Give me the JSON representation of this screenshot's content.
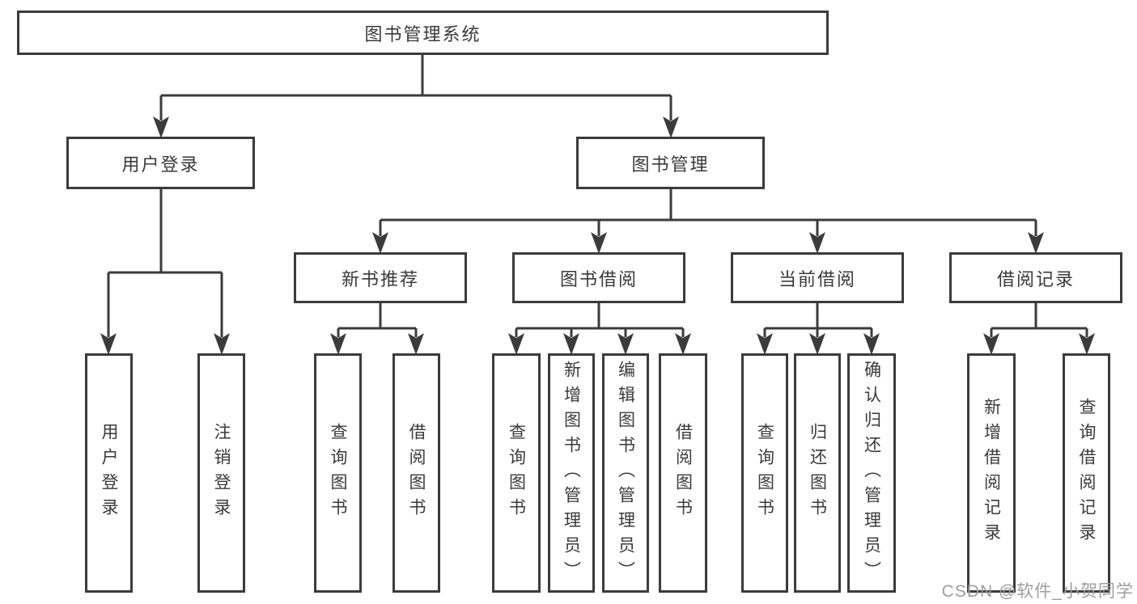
{
  "tree": {
    "root": {
      "label": "图书管理系统"
    },
    "branches": [
      {
        "label": "用户登录",
        "children": [
          {
            "label": "用户登录"
          },
          {
            "label": "注销登录"
          }
        ]
      },
      {
        "label": "图书管理",
        "children": [
          {
            "label": "新书推荐",
            "children": [
              {
                "label": "查询图书"
              },
              {
                "label": "借阅图书"
              }
            ]
          },
          {
            "label": "图书借阅",
            "children": [
              {
                "label": "查询图书"
              },
              {
                "label": "新增图书（管理员）"
              },
              {
                "label": "编辑图书（管理员）"
              },
              {
                "label": "借阅图书"
              }
            ]
          },
          {
            "label": "当前借阅",
            "children": [
              {
                "label": "查询图书"
              },
              {
                "label": "归还图书"
              },
              {
                "label": "确认归还（管理员）"
              }
            ]
          },
          {
            "label": "借阅记录",
            "children": [
              {
                "label": "新增借阅记录"
              },
              {
                "label": "查询借阅记录"
              }
            ]
          }
        ]
      }
    ]
  },
  "watermark": {
    "text": "CSDN @软件_小贺同学"
  },
  "colors": {
    "line": "#3b3b3b",
    "text": "#3a3a3a",
    "watermark": "#9e9e9e",
    "background": "#ffffff"
  }
}
